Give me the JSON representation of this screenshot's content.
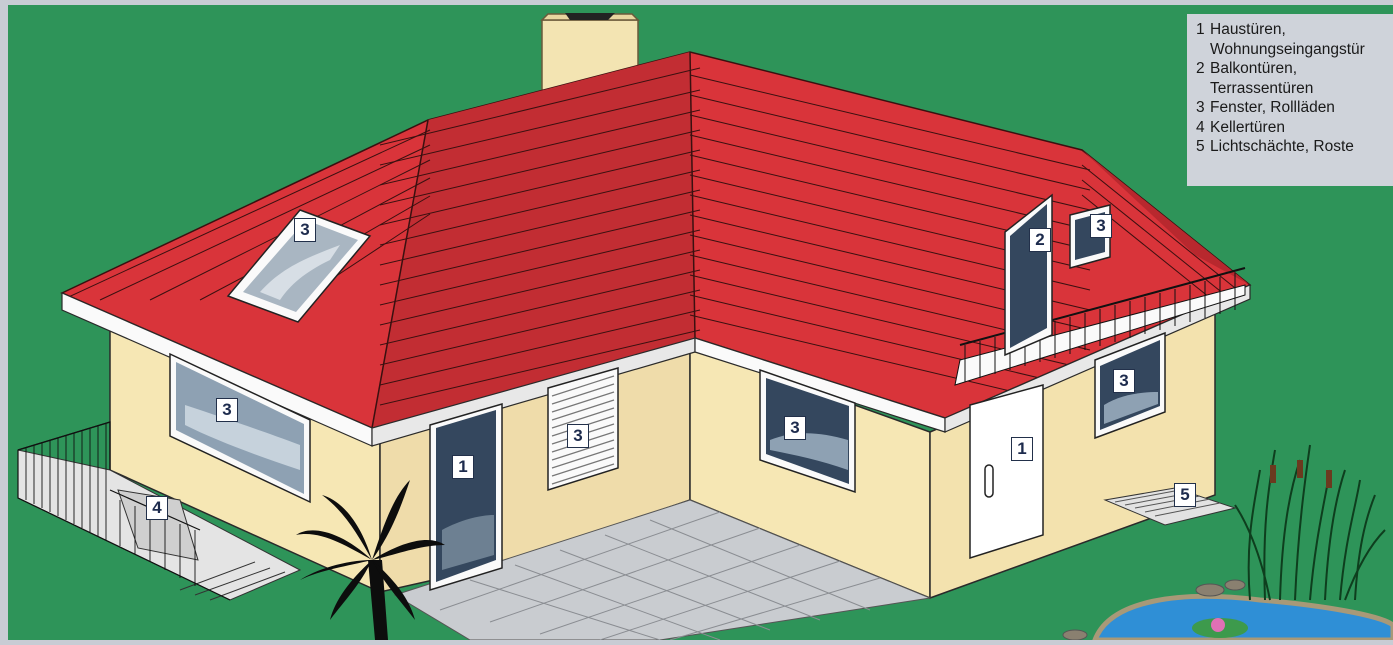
{
  "legend": {
    "items": [
      {
        "num": "1",
        "text": "Haustüren,",
        "cont": "Wohnungseingangstür"
      },
      {
        "num": "2",
        "text": "Balkontüren,",
        "cont": "Terrassentüren"
      },
      {
        "num": "3",
        "text": "Fenster, Rollläden",
        "cont": ""
      },
      {
        "num": "4",
        "text": "Kellertüren",
        "cont": ""
      },
      {
        "num": "5",
        "text": "Lichtschächte, Roste",
        "cont": ""
      }
    ]
  },
  "markers": {
    "skylight": "3",
    "gable_window": "3",
    "balcony_door": "2",
    "left_window": "3",
    "front_door": "1",
    "shutter_window": "3",
    "center_window": "3",
    "right_window": "3",
    "white_door": "1",
    "cellar_door": "4",
    "light_shaft": "5"
  },
  "colors": {
    "lawn": "#2e9459",
    "roof": "#d9343a",
    "roof_shade": "#b8282e",
    "wall": "#f6e7b4",
    "glass": "#34475e",
    "background": "#c8ccd4"
  }
}
